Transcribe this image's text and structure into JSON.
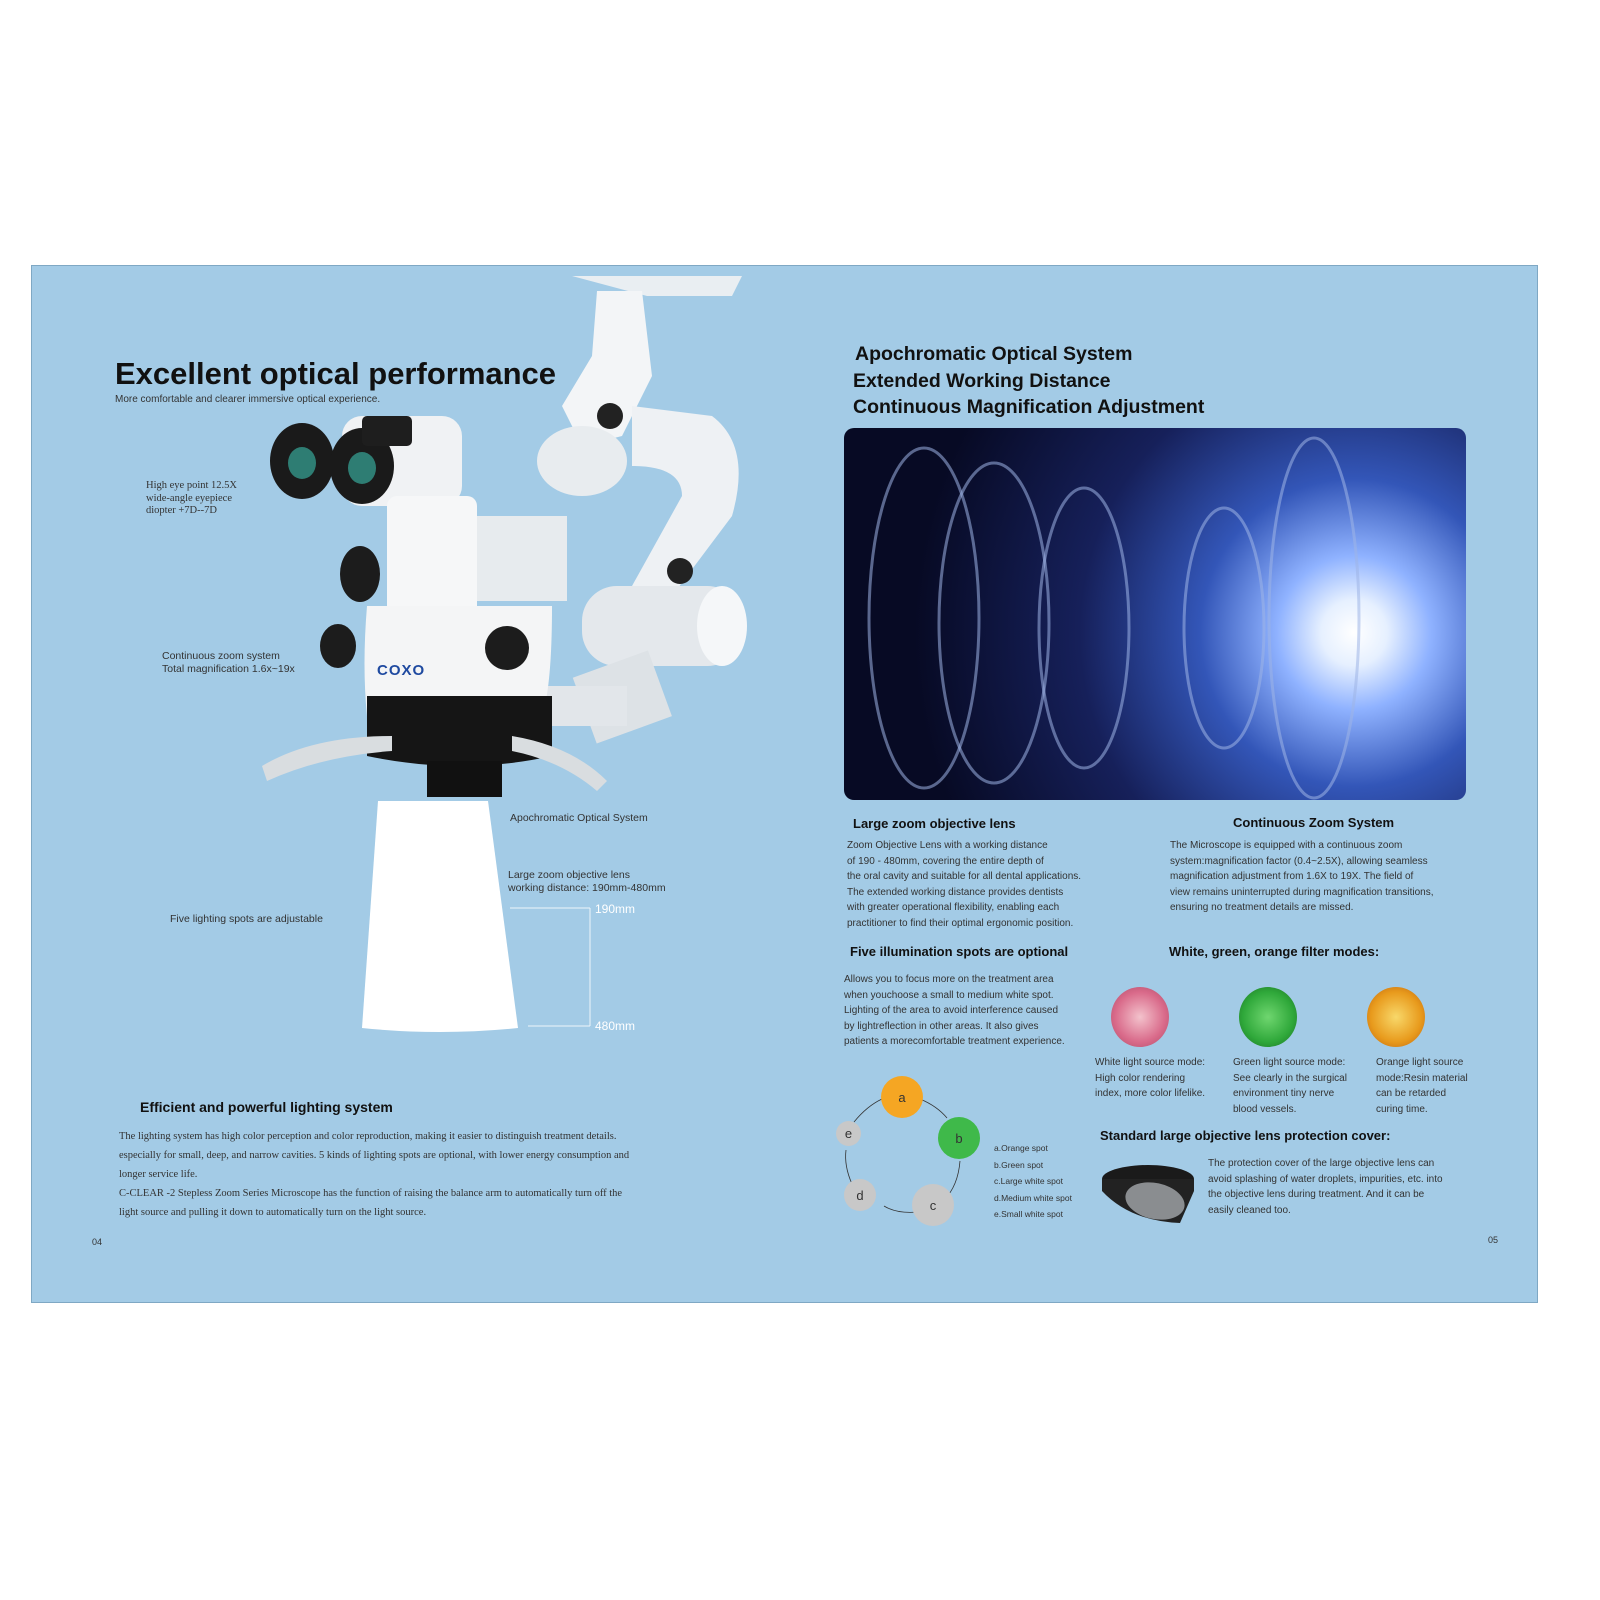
{
  "left_page": {
    "title": "Excellent optical performance",
    "subtitle": "More comfortable and clearer immersive optical experience.",
    "brand_logo": "COXO",
    "callouts": {
      "eyepiece": [
        "High eye point 12.5X",
        "wide-angle eyepiece",
        "diopter +7D--7D"
      ],
      "zoom": [
        "Continuous zoom system",
        "Total magnification 1.6x~19x"
      ],
      "apochromatic": "Apochromatic Optical System",
      "objective": [
        "Large zoom objective lens",
        "working distance:  190mm-480mm"
      ],
      "lighting_spots": "Five lighting spots are adjustable",
      "distance_near": "190mm",
      "distance_far": "480mm"
    },
    "lighting_heading": "Efficient and powerful lighting system",
    "lighting_text": [
      "The lighting system has high color perception and color reproduction, making it easier to distinguish treatment details.",
      "especially for small, deep, and narrow cavities. 5 kinds of lighting spots are optional, with lower energy consumption and",
      "longer service life.",
      "C-CLEAR -2 Stepless Zoom Series Microscope has the function of raising the balance arm to automatically turn off the",
      "light source and pulling it down to automatically turn on the light source."
    ],
    "page_number": "04"
  },
  "right_page": {
    "headings": [
      "Apochromatic Optical System",
      "Extended Working Distance",
      "Continuous Magnification Adjustment"
    ],
    "objective": {
      "heading": "Large zoom objective lens",
      "lines": [
        "Zoom Objective Lens with a working distance",
        "of 190 - 480mm, covering the entire depth of",
        "the oral cavity and suitable for all dental applications.",
        "The extended working distance provides dentists",
        "with greater operational flexibility, enabling each",
        "practitioner to find their optimal ergonomic position."
      ]
    },
    "zoom": {
      "heading": "Continuous Zoom System",
      "lines": [
        "The Microscope is equipped with a continuous zoom",
        "system:magnification factor (0.4~2.5X), allowing seamless",
        "magnification adjustment from 1.6X to 19X. The field of",
        "view remains uninterrupted during magnification transitions,",
        "ensuring no treatment details are missed."
      ]
    },
    "spots": {
      "heading": "Five illumination spots are optional",
      "lines": [
        "Allows you to focus more on the treatment area",
        "when youchoose a small to medium white spot.",
        "Lighting of the area to avoid interference caused",
        "by lightreflection in other areas. It also gives",
        "patients a morecomfortable treatment experience."
      ],
      "diagram": [
        {
          "letter": "a",
          "color": "#f5a623"
        },
        {
          "letter": "b",
          "color": "#3fb94a"
        },
        {
          "letter": "c",
          "color": "#c8c8c8"
        },
        {
          "letter": "d",
          "color": "#c8c8c8"
        },
        {
          "letter": "e",
          "color": "#c8c8c8"
        }
      ],
      "legend": [
        "a.Orange spot",
        "b.Green spot",
        "c.Large white spot",
        "d.Medium white spot",
        "e.Small white spot"
      ]
    },
    "filters": {
      "heading": "White, green, orange filter modes:",
      "items": [
        {
          "lines": [
            "White light source mode:",
            "High color rendering",
            "index, more color lifelike."
          ],
          "color": "#d96a8a"
        },
        {
          "lines": [
            "Green light source mode:",
            "See clearly in the surgical",
            "environment tiny nerve",
            "blood vessels."
          ],
          "color": "#2fa83a"
        },
        {
          "lines": [
            "Orange light source",
            "mode:Resin material",
            "can be retarded",
            "curing time."
          ],
          "color": "#e89a1c"
        }
      ]
    },
    "cover": {
      "heading": "Standard large objective lens protection cover:",
      "lines": [
        "The protection cover of the large objective lens can",
        "avoid splashing of water droplets, impurities, etc. into",
        "the objective lens during treatment. And it can be",
        "easily cleaned too."
      ]
    },
    "page_number": "05"
  }
}
